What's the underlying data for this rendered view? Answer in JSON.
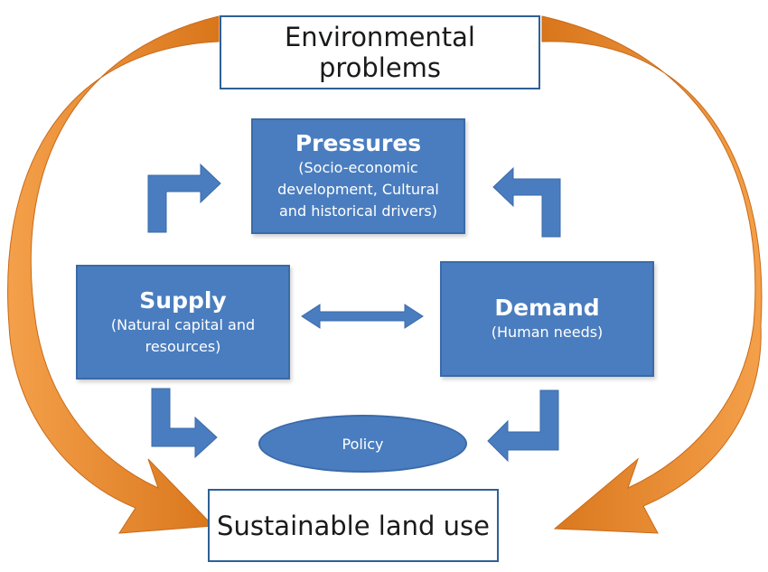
{
  "top_box": {
    "label": "Environmental problems"
  },
  "pressures": {
    "title": "Pressures",
    "lines": [
      "(Socio-economic",
      "development, Cultural",
      "and historical drivers)"
    ]
  },
  "supply": {
    "title": "Supply",
    "lines": [
      "(Natural capital and",
      "resources)"
    ]
  },
  "demand": {
    "title": "Demand",
    "lines": [
      "(Human needs)"
    ]
  },
  "policy": {
    "label": "Policy"
  },
  "bottom_box": {
    "label": "Sustainable land use"
  },
  "colors": {
    "arrow_orange": "#f08a24",
    "box_blue": "#4a7dbf",
    "border_blue": "#2e6096"
  }
}
